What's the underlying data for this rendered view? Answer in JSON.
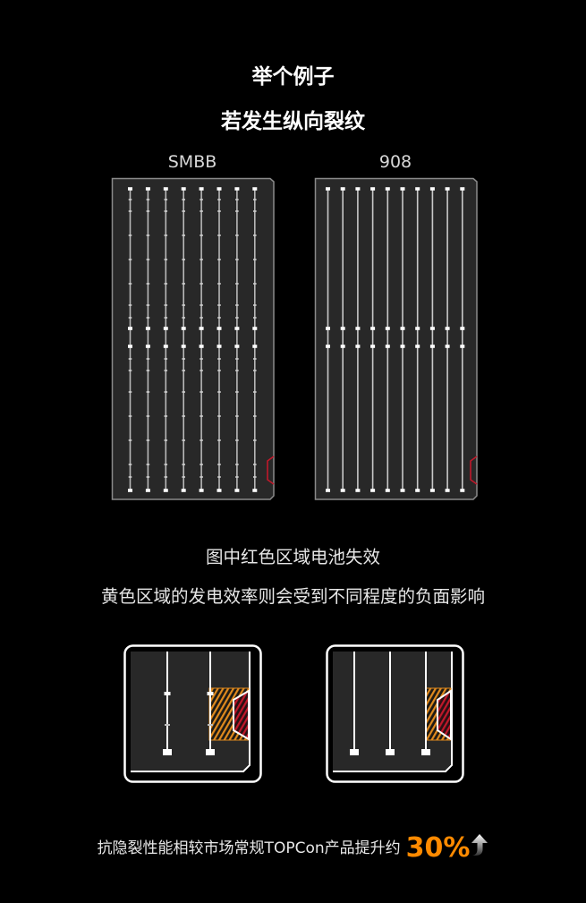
{
  "header": {
    "title": "举个例子",
    "subtitle": "若发生纵向裂纹"
  },
  "panels": [
    {
      "label": "SMBB",
      "busbars": 8,
      "style": "multi-segment"
    },
    {
      "label": "908",
      "busbars": 10,
      "style": "continuous"
    }
  ],
  "captions": {
    "line1": "图中红色区域电池失效",
    "line2": "黄色区域的发电效率则会受到不同程度的负面影响"
  },
  "footer": {
    "text": "抗隐裂性能相较市场常规TOPCon产品提升约",
    "percent": "30%",
    "arrow_icon": "up-arrow-icon"
  },
  "colors": {
    "background": "#000000",
    "cell": "#282828",
    "busbar": "#d0d0d0",
    "failed_region": "#c0182a",
    "affected_region": "#e08a1e",
    "accent": "#ff8a00"
  }
}
